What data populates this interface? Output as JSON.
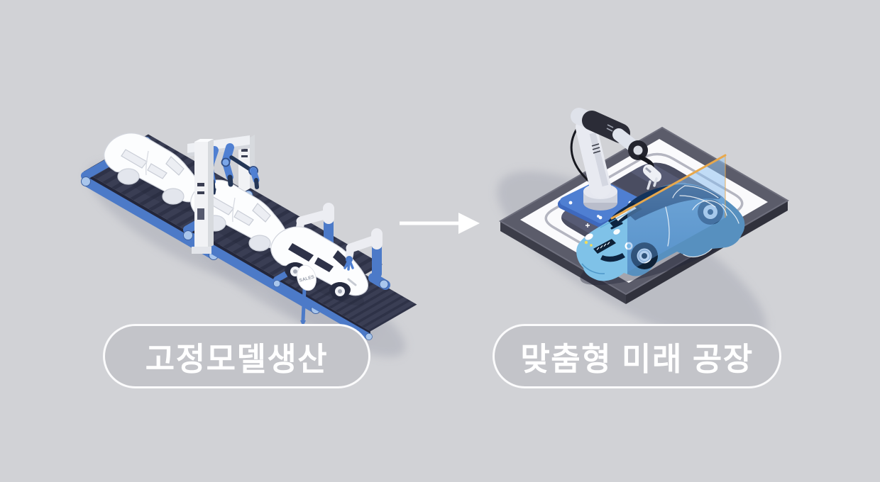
{
  "labels": {
    "left_pill": "고정모델생산",
    "right_pill": "맞춤형 미래 공장"
  },
  "sales_sign": "SALES",
  "icons": {
    "transition_arrow": "right-arrow-icon"
  },
  "colors": {
    "background": "#d1d2d6",
    "pill_fill": "#c3c4c9",
    "pill_border": "#ffffff",
    "pill_text": "#ffffff",
    "conveyor_top": "#3a3e54",
    "conveyor_rail_blue": "#4c7ac8",
    "robot_accent_blue": "#5080d2",
    "car_shell_white": "#fcfdfe",
    "finished_car_glass": "#2e3248",
    "hologram_car_blue": "#7fc2e8",
    "scan_panel_blue": "#6aa8e0",
    "scan_panel_edge_orange": "#e8a84c",
    "platform_frame_gray": "#5b5c6a",
    "platform_floor_white": "#fafafc",
    "track_navy": "#484b5f",
    "arrow_white": "#ffffff"
  }
}
